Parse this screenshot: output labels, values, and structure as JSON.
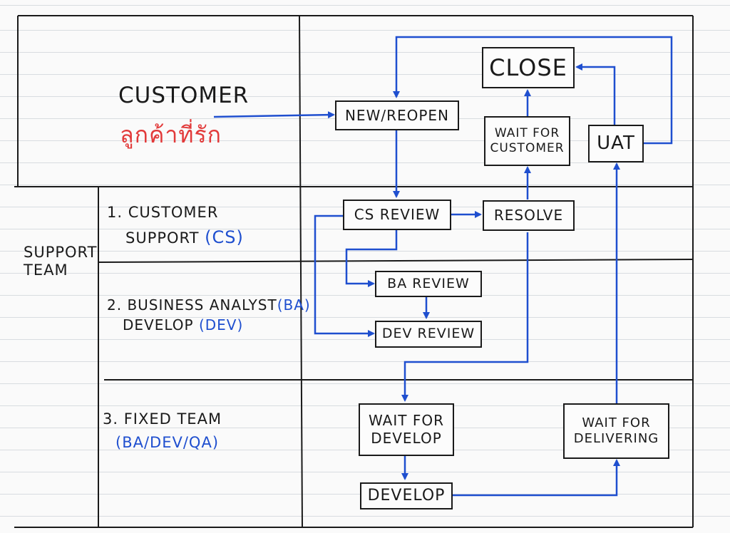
{
  "lanes": {
    "customer": {
      "title": "CUSTOMER",
      "subtitle": "ลูกค้าที่รัก"
    },
    "support_team": {
      "line1": "SUPPORT",
      "line2": "TEAM"
    },
    "cs": {
      "line1": "1. CUSTOMER",
      "line2_prefix": "SUPPORT",
      "line2_suffix": "(CS)"
    },
    "ba_dev": {
      "line1_prefix": "2. BUSINESS ANALYST",
      "line1_suffix": "(BA)",
      "line2_prefix": "DEVELOP",
      "line2_suffix": "(DEV)"
    },
    "fixed": {
      "line1": "3. FIXED TEAM",
      "line2": "(BA/DEV/QA)"
    }
  },
  "nodes": {
    "close": "CLOSE",
    "new_reopen": "NEW/REOPEN",
    "wait_customer": {
      "line1": "WAIT FOR",
      "line2": "CUSTOMER"
    },
    "uat": "UAT",
    "cs_review": "CS REVIEW",
    "resolve": "RESOLVE",
    "ba_review": "BA REVIEW",
    "dev_review": "DEV REVIEW",
    "wait_develop": {
      "line1": "WAIT FOR",
      "line2": "DEVELOP"
    },
    "wait_delivering": {
      "line1": "WAIT FOR",
      "line2": "DELIVERING"
    },
    "develop": "DEVELOP"
  },
  "colors": {
    "arrow": "#1f4fcf",
    "ink": "#1a1a1a",
    "thai": "#e23a3a"
  }
}
